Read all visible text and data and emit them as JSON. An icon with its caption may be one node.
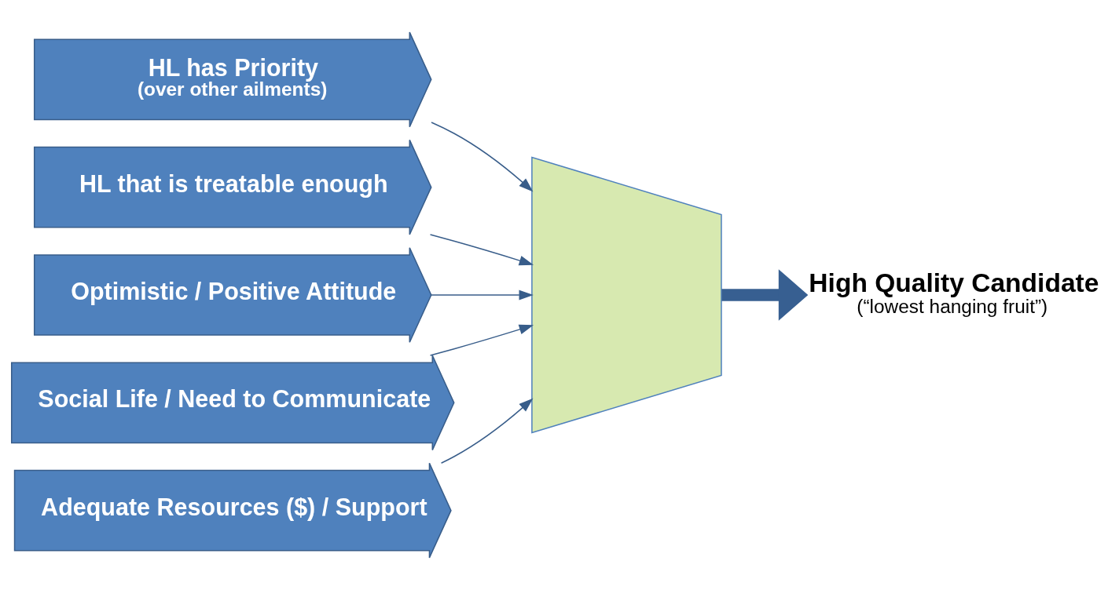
{
  "diagram": {
    "nodes": [
      {
        "text": [
          "HL has Priority",
          "(over other ailments)"
        ]
      },
      {
        "text": [
          "HL that is treatable enough"
        ]
      },
      {
        "text": [
          "Optimistic / Positive Attitude"
        ]
      },
      {
        "text": [
          "Social Life / Need to Communicate"
        ]
      },
      {
        "text": [
          "Adequate Resources ($) / Support"
        ]
      },
      {
        "text": [],
        "shape": "funnel"
      },
      {
        "text": [
          "High Quality Candidate",
          "(“lowest hanging fruit”)"
        ]
      }
    ],
    "edges": [
      {
        "from": 0,
        "to": 5,
        "arrow": "to"
      },
      {
        "from": 1,
        "to": 5,
        "arrow": "to"
      },
      {
        "from": 2,
        "to": 5,
        "arrow": "to"
      },
      {
        "from": 3,
        "to": 5,
        "arrow": "to"
      },
      {
        "from": 4,
        "to": 5,
        "arrow": "to"
      },
      {
        "from": 5,
        "to": 6,
        "arrow": "to",
        "style": "thick",
        "color": "#375f91"
      }
    ]
  }
}
